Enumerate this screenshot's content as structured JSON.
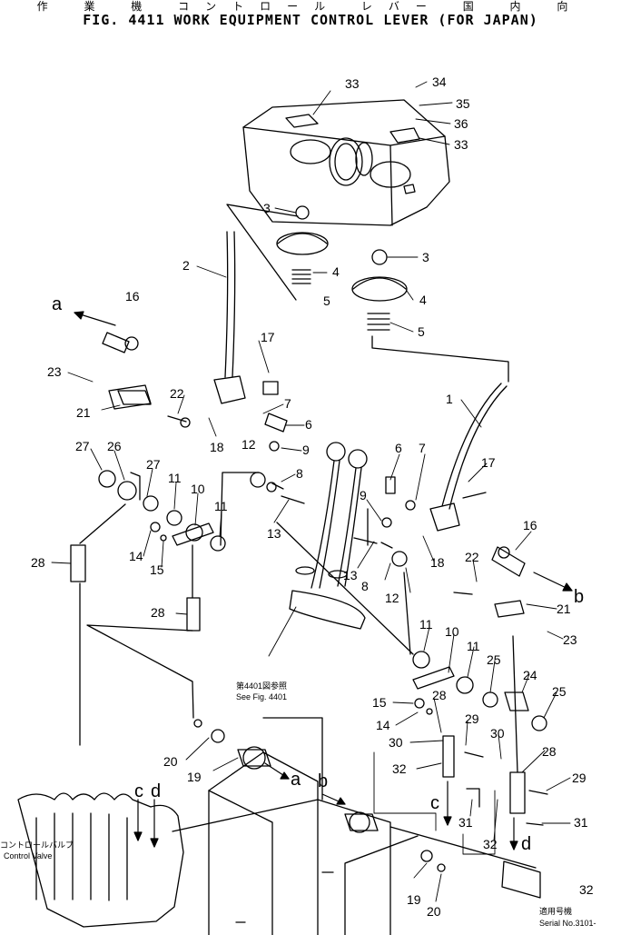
{
  "title": {
    "jp": "作 業 機 コントロール レバー 国 内 向",
    "main": "FIG. 4411  WORK EQUIPMENT CONTROL LEVER (FOR JAPAN)"
  },
  "see_note": {
    "jp": "第4401図参照",
    "en": "See Fig. 4401"
  },
  "control_valve": {
    "jp": "コントロールバルブ",
    "en": "Control Valve"
  },
  "serial": {
    "jp": "適用号機",
    "en": "Serial No.3101-"
  },
  "arrows": {
    "a": "a",
    "b": "b",
    "c": "c",
    "d": "d"
  },
  "callouts": {
    "n1": "1",
    "n2": "2",
    "n3a": "3",
    "n3b": "3",
    "n4a": "4",
    "n4b": "4",
    "n5a": "5",
    "n5b": "5",
    "n6a": "6",
    "n6b": "6",
    "n7a": "7",
    "n7b": "7",
    "n8a": "8",
    "n8b": "8",
    "n9a": "9",
    "n9b": "9",
    "n10a": "10",
    "n10b": "10",
    "n11a": "11",
    "n11b": "11",
    "n11c": "11",
    "n11d": "11",
    "n12a": "12",
    "n12b": "12",
    "n13a": "13",
    "n13b": "13",
    "n14a": "14",
    "n14b": "14",
    "n15a": "15",
    "n15b": "15",
    "n16a": "16",
    "n16b": "16",
    "n17a": "17",
    "n17b": "17",
    "n18a": "18",
    "n18b": "18",
    "n19a": "19",
    "n19b": "19",
    "n20a": "20",
    "n20b": "20",
    "n21a": "21",
    "n21b": "21",
    "n22a": "22",
    "n22b": "22",
    "n23a": "23",
    "n23b": "23",
    "n24": "24",
    "n25a": "25",
    "n25b": "25",
    "n26": "26",
    "n27a": "27",
    "n27b": "27",
    "n28a": "28",
    "n28b": "28",
    "n28c": "28",
    "n28d": "28",
    "n29a": "29",
    "n29b": "29",
    "n30a": "30",
    "n30b": "30",
    "n31a": "31",
    "n31b": "31",
    "n32a": "32",
    "n32b": "32",
    "n32c": "32",
    "n33a": "33",
    "n33b": "33",
    "n34": "34",
    "n35": "35",
    "n36": "36"
  }
}
